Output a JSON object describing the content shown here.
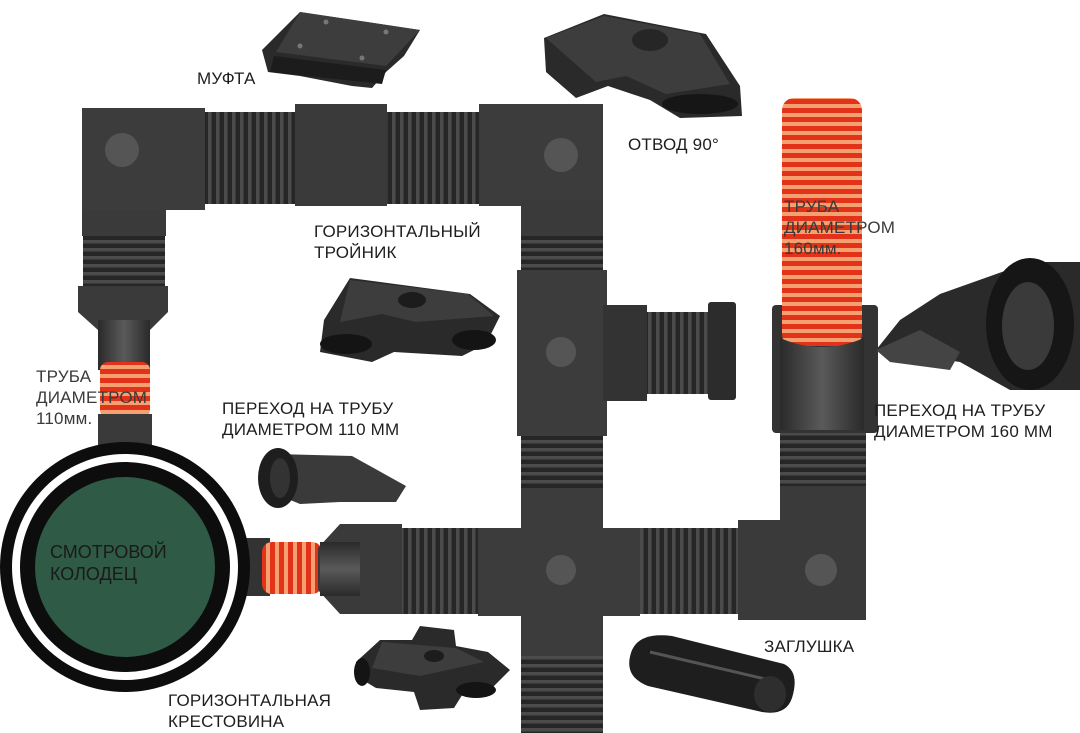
{
  "labels": {
    "coupling": "МУФТА",
    "elbow": "ОТВОД 90°",
    "tee": [
      "ГОРИЗОНТАЛЬНЫЙ",
      "ТРОЙНИК"
    ],
    "pipe160": [
      "ТРУБА",
      "ДИАМЕТРОМ",
      "160мм."
    ],
    "pipe110": [
      "ТРУБА",
      "ДИАМЕТРОМ",
      "110мм."
    ],
    "adapter110": [
      "ПЕРЕХОД НА ТРУБУ",
      "ДИАМЕТРОМ 110 ММ"
    ],
    "adapter160": [
      "ПЕРЕХОД НА ТРУБУ",
      "ДИАМЕТРОМ 160 ММ"
    ],
    "cap": "ЗАГЛУШКА",
    "cross": [
      "ГОРИЗОНТАЛЬНАЯ",
      "КРЕСТОВИНА"
    ],
    "well": [
      "СМОТРОВОЙ",
      "КОЛОДЕЦ"
    ]
  },
  "colors": {
    "fitting": "#3a3a3a",
    "fitting_dark": "#232323",
    "hub": "#555555",
    "pipe_red": "#e8391c",
    "pipe_orange": "#f08a4a",
    "well_fill": "#2e5a46",
    "ring": "#0d0d0d"
  },
  "icons": {
    "coupling": "coupling-icon",
    "elbow": "elbow-90-icon",
    "tee": "tee-fitting-icon",
    "adapter110": "adapter-110-icon",
    "adapter160": "adapter-160-icon",
    "cap": "end-cap-icon",
    "cross": "cross-fitting-icon"
  }
}
